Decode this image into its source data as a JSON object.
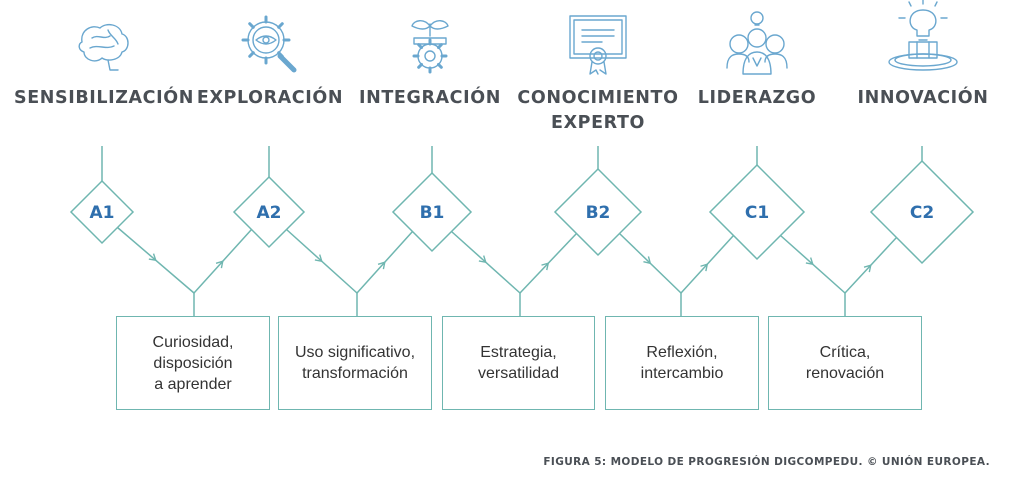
{
  "stages": [
    {
      "label": "SENSIBILIZACIÓN",
      "level": "A1",
      "icon": "brain-icon"
    },
    {
      "label": "EXPLORACIÓN",
      "level": "A2",
      "icon": "gear-magnifier-icon"
    },
    {
      "label": "INTEGRACIÓN",
      "level": "B1",
      "icon": "sprout-gear-icon"
    },
    {
      "label": "CONOCIMIENTO\nEXPERTO",
      "level": "B2",
      "icon": "certificate-icon"
    },
    {
      "label": "LIDERAZGO",
      "level": "C1",
      "icon": "leader-group-icon"
    },
    {
      "label": "INNOVACIÓN",
      "level": "C2",
      "icon": "lightbulb-icon"
    }
  ],
  "traits": [
    {
      "text": "Curiosidad,\ndisposición\na aprender"
    },
    {
      "text": "Uso significativo,\ntransformación"
    },
    {
      "text": "Estrategia,\nversatilidad"
    },
    {
      "text": "Reflexión,\nintercambio"
    },
    {
      "text": "Crítica,\nrenovación"
    }
  ],
  "caption": "FIGURA 5: MODELO DE PROGRESIÓN DIGCOMPEDU. © UNIÓN EUROPEA.",
  "colors": {
    "accent": "#6fb6b0",
    "level_text": "#2f6fad",
    "icon": "#6aa7cf",
    "heading": "#4a4f55"
  }
}
